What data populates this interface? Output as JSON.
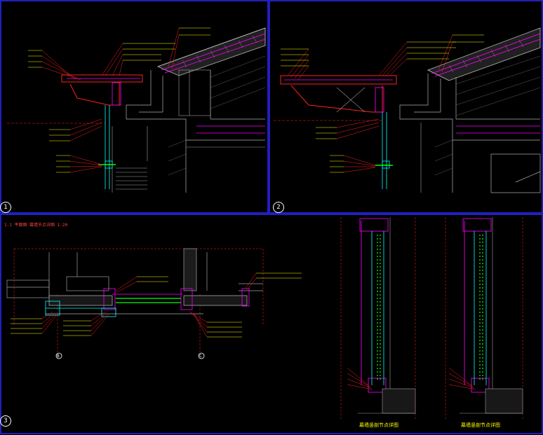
{
  "colors": {
    "background": "#000000",
    "frame": "#2a2aff",
    "red": "#ff2020",
    "magenta": "#ff00ff",
    "cyan": "#00ffff",
    "white": "#ffffff",
    "yellow": "#ffff00",
    "green": "#00ff00",
    "grey": "#808080"
  },
  "panels": [
    {
      "number": "1"
    },
    {
      "number": "2"
    },
    {
      "number": "3"
    }
  ],
  "section_title": "1-1 平面图 幕墙节点详图 1:20",
  "captions": [
    "幕墙竖剖节点详图",
    "幕墙竖剖节点详图"
  ],
  "markers": {
    "b1": "B",
    "b2": "C"
  }
}
